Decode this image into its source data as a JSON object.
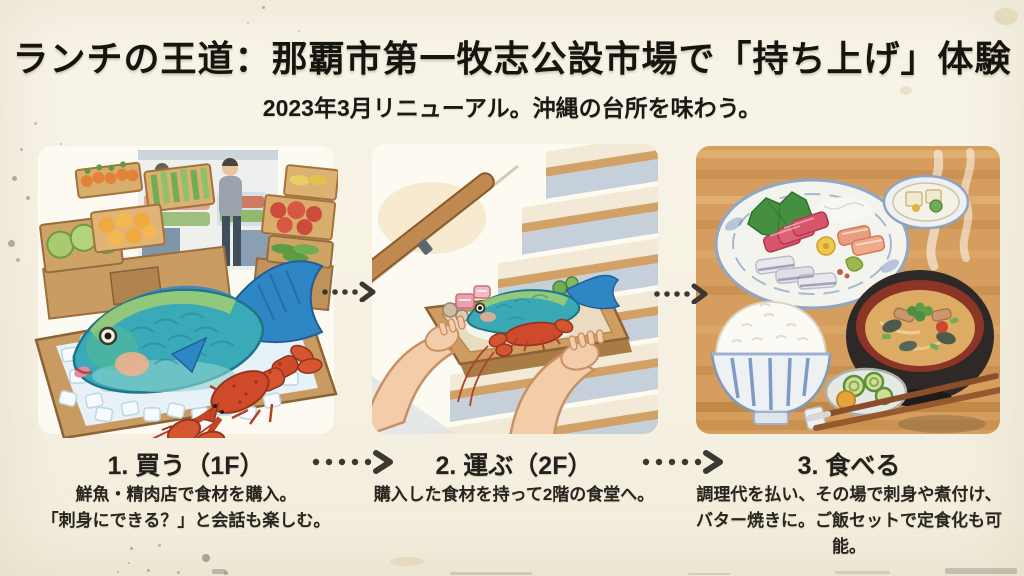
{
  "page": {
    "background_color": "#f6f1e3",
    "text_color": "#16140f",
    "arrow_color": "#3b3832",
    "style": "watercolor-infographic-slide"
  },
  "header": {
    "title": "ランチの王道：那覇市第一牧志公設市場で「持ち上げ」体験",
    "subtitle": "2023年3月リニューアル。沖縄の台所を味わう。"
  },
  "steps": [
    {
      "label": "1. 買う（1F）",
      "caption_lines": [
        "鮮魚・精肉店で食材を購入。",
        "「刺身にできる？」と会話も楽しむ。"
      ],
      "illustration": "parrotfish-and-lobster-on-ice-at-market-stall"
    },
    {
      "label": "2. 運ぶ（2F）",
      "caption_lines": [
        "購入した食材を持って2階の食堂へ。"
      ],
      "illustration": "hands-carrying-wooden-tray-of-seafood-up-stairs"
    },
    {
      "label": "3. 食べる",
      "caption_lines": [
        "調理代を払い、その場で刺身や煮付け、",
        "バター焼きに。ご飯セットで定食化も可能。"
      ],
      "illustration": "okinawan-set-meal-sashimi-rice-soup-pickles"
    }
  ],
  "flow": {
    "arrow_style": "dotted-right-chevron",
    "arrow_color": "#3b3832",
    "arrow_count": 4
  }
}
